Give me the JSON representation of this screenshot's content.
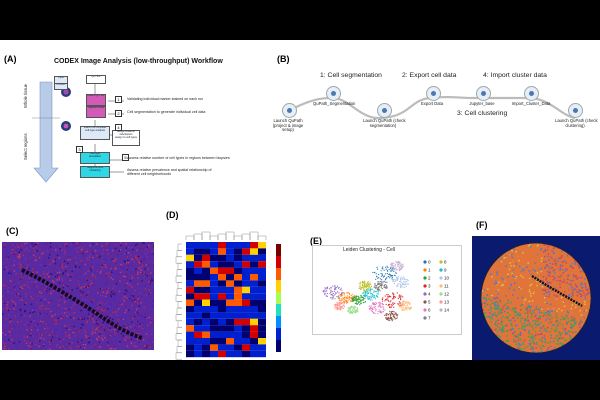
{
  "panels": {
    "a": "(A)",
    "b": "(B)",
    "c": "(C)",
    "d": "(D)",
    "e": "(E)",
    "f": "(F)"
  },
  "workflow": {
    "title": "CODEX Image Analysis (low-throughput) Workflow",
    "side_labels": [
      "Whole tissue",
      "Select regions"
    ],
    "top_box": "QPTIFF",
    "left_boxes": [
      "Input",
      "CODEX"
    ],
    "flow_boxes": [
      "Import QPTIFF",
      "Segment cells",
      "Launch & complete\ncell-type analysis",
      "Cell-type\nannotation",
      "Neighborhood\nclustering"
    ],
    "side_box": "Merge clusters/\nsubclusters\nassign to cell types",
    "numbers": [
      "1",
      "2",
      "3",
      "4",
      "5"
    ],
    "annotations": [
      "Validating individual marker stained on each run",
      "Cell segmentation to generate individual cell data",
      "Assess relative number of cell types in regions between biopsies",
      "Assess relative prevalence and spatial relationship of\ndifferent cell neighborhoods"
    ]
  },
  "pipeline": {
    "steps": [
      "1: Cell segmentation",
      "2: Export cell data",
      "3: Cell clustering",
      "4: Import cluster data"
    ],
    "nodes": [
      "Launch QuPath\n(project & image\nsetup)",
      "QuPath_Segmentation",
      "Launch QuPath (check\nsegmentation)",
      "Export Data",
      "Jupyter_base",
      "Import_Cluster_Data",
      "Launch QuPath (check\nclustering)"
    ]
  },
  "umap": {
    "title": "Leiden Clustering - Cell",
    "legend": [
      "0",
      "1",
      "2",
      "3",
      "4",
      "5",
      "6",
      "7",
      "8",
      "9",
      "10",
      "11",
      "12",
      "13",
      "14"
    ],
    "colors": [
      "#1f77b4",
      "#ff7f0e",
      "#2ca02c",
      "#d62728",
      "#9467bd",
      "#8c564b",
      "#e377c2",
      "#7f7f7f",
      "#bcbd22",
      "#17becf",
      "#aec7e8",
      "#ffbb78",
      "#98df8a",
      "#ff9896",
      "#c5b0d5"
    ]
  },
  "heatmap": {
    "colorbar": [
      "#7a0000",
      "#d40000",
      "#ff5a00",
      "#ffd200",
      "#a6ff50",
      "#20e0c0",
      "#0090ff",
      "#0020d0",
      "#00006e"
    ]
  }
}
